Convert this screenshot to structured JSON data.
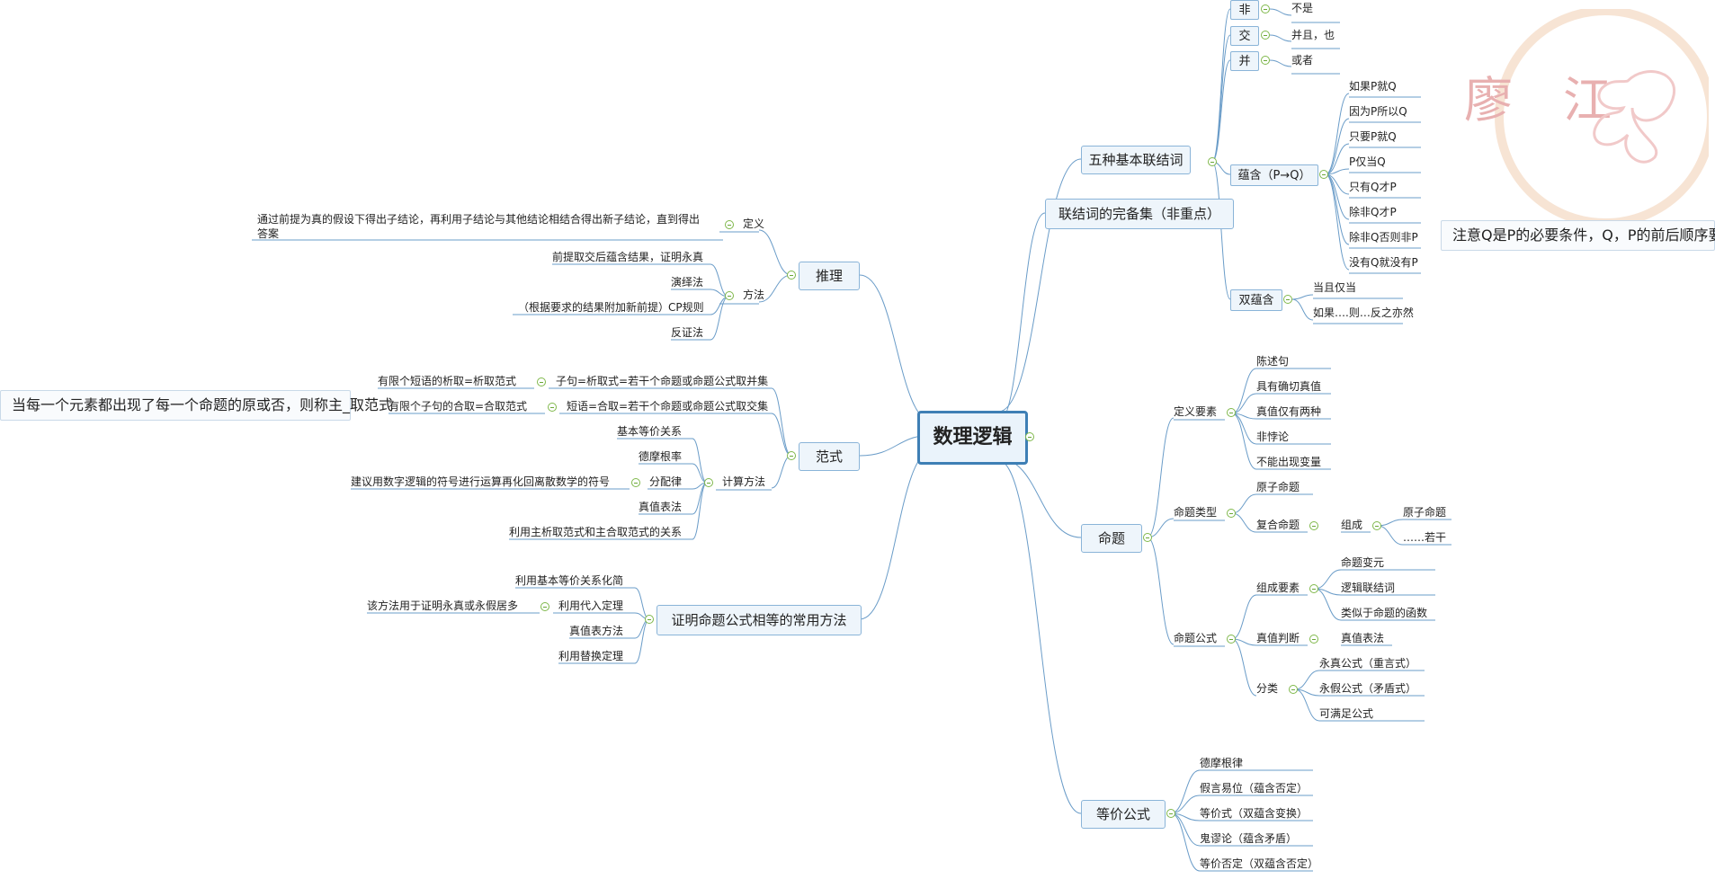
{
  "root": {
    "title": "数理逻辑"
  },
  "right": {
    "connectives": {
      "title": "五种基本联结词",
      "items": [
        {
          "op": "非",
          "meaning": [
            "不是"
          ]
        },
        {
          "op": "交",
          "meaning": [
            "并且，也"
          ]
        },
        {
          "op": "并",
          "meaning": [
            "或者"
          ]
        },
        {
          "op": "蕴含（P→Q）",
          "meaning": [
            "如果P就Q",
            "因为P所以Q",
            "只要P就Q",
            "P仅当Q",
            "只有Q才P",
            "除非Q才P",
            "除非Q否则非P",
            "没有Q就没有P"
          ]
        },
        {
          "op": "双蕴含",
          "meaning": [
            "当且仅当",
            "如果….则…反之亦然"
          ]
        }
      ],
      "note": "注意Q是P的必要条件，Q，P的前后顺序要注"
    },
    "complete_set": {
      "title": "联结词的完备集（非重点）"
    },
    "proposition": {
      "title": "命题",
      "definition": {
        "label": "定义要素",
        "items": [
          "陈述句",
          "具有确切真值",
          "真值仅有两种",
          "非悖论",
          "不能出现变量"
        ]
      },
      "types": {
        "label": "命题类型",
        "atomic": "原子命题",
        "compound": "复合命题",
        "compose": "组成",
        "compose_items": [
          "原子命题",
          "……若干"
        ]
      },
      "formula": {
        "label": "命题公式",
        "elements": {
          "label": "组成要素",
          "items": [
            "命题变元",
            "逻辑联结词",
            "类似于命题的函数"
          ]
        },
        "truth": {
          "label": "真值判断",
          "item": "真值表法"
        },
        "classify": {
          "label": "分类",
          "items": [
            "永真公式（重言式）",
            "永假公式（矛盾式）",
            "可满足公式"
          ]
        }
      }
    },
    "equivalence": {
      "title": "等价公式",
      "items": [
        "德摩根律",
        "假言易位（蕴含否定）",
        "等价式（双蕴含变换）",
        "鬼谬论（蕴含矛盾）",
        "等价否定（双蕴含否定）"
      ]
    }
  },
  "left": {
    "inference": {
      "title": "推理",
      "definition_label": "定义",
      "definition_text": "通过前提为真的假设下得出子结论，再利用子结论与其他结论相结合得出新子结论，直到得出答案",
      "method_label": "方法",
      "methods": [
        "前提取交后蕴含结果，证明永真",
        "演绎法",
        "CP规则",
        "反证法"
      ],
      "cp_note": "（根据要求的结果附加新前提）"
    },
    "normal_form": {
      "title": "范式",
      "clause": "子句=析取式=若干个命题或命题公式取并集",
      "clause_note": "有限个短语的析取=析取范式",
      "phrase": "短语=合取=若干个命题或命题公式取交集",
      "phrase_note": "有限个子句的合取=合取范式",
      "main_note": "当每一个元素都出现了每一个命题的原或否，则称主_取范式",
      "calc_label": "计算方法",
      "calc_items": [
        "基本等价关系",
        "德摩根率",
        "分配律",
        "真值表法",
        "利用主析取范式和主合取范式的关系"
      ],
      "distrib_note": "建议用数字逻辑的符号进行运算再化回离散数学的符号"
    },
    "proof": {
      "title": "证明命题公式相等的常用方法",
      "items": [
        "利用基本等价关系化简",
        "利用代入定理",
        "真值表方法",
        "利用替换定理"
      ],
      "sub_note": "该方法用于证明永真或永假居多"
    }
  },
  "colors": {
    "line": "#6a9cc8",
    "node_border": "#8ab4d8",
    "node_fill": "#eef5fb",
    "root_border": "#3e7fb5",
    "collapse": "#7fb84a"
  }
}
